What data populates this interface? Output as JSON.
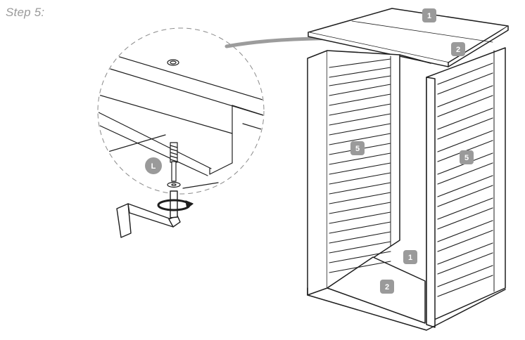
{
  "step": {
    "title": "Step 5:"
  },
  "callouts": {
    "top_panel": "1",
    "top_frame": "2",
    "left_side": "5",
    "right_side": "5",
    "bottom_panel": "1",
    "bottom_frame": "2",
    "hardware": "L"
  },
  "colors": {
    "line": "#1e1e1e",
    "badge": "#9a9a9a",
    "arrow": "#9c9c9c",
    "background": "#ffffff"
  }
}
